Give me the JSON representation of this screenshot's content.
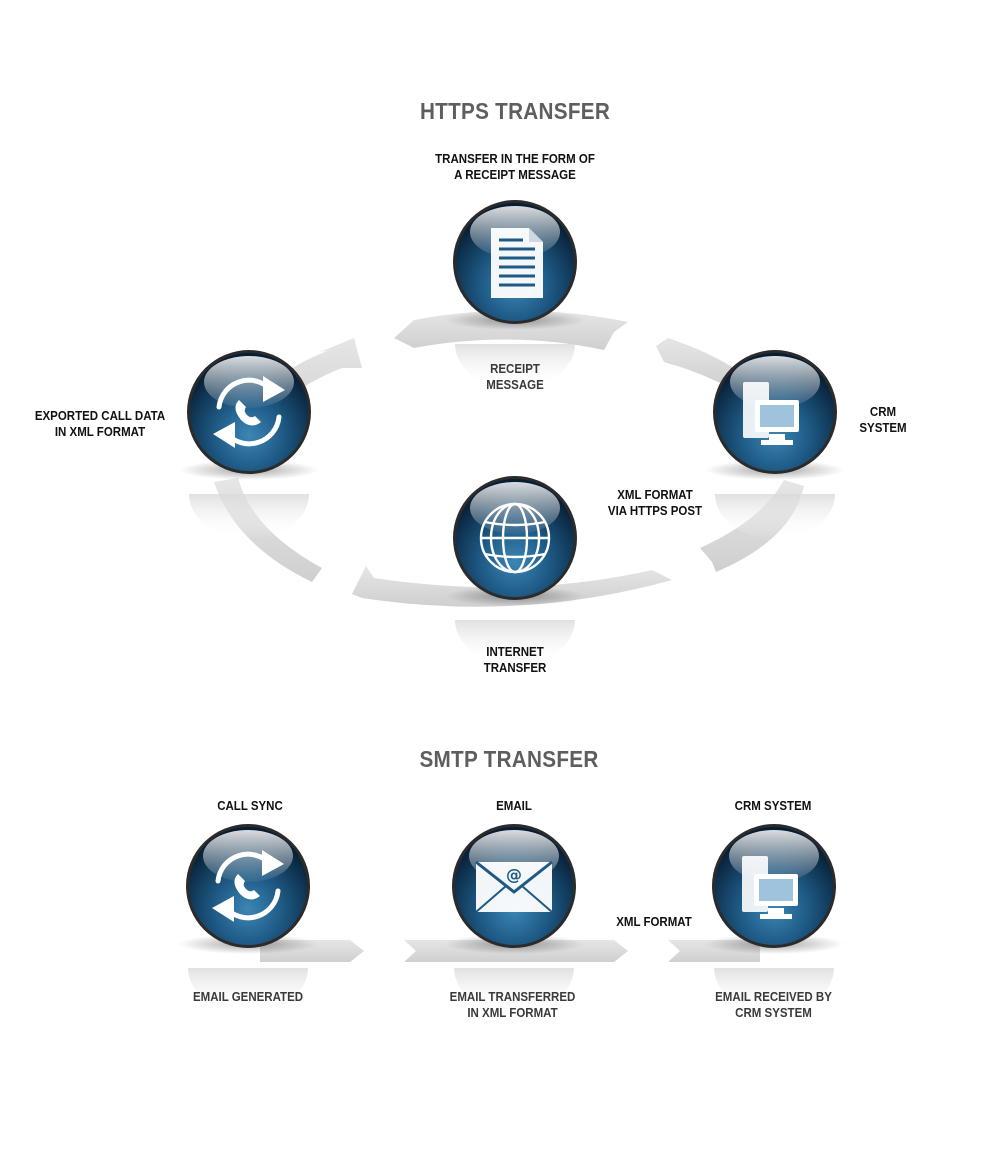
{
  "colors": {
    "orb_dark": "#061d33",
    "orb_mid": "#1e5a85",
    "orb_light": "#3c86b5",
    "arrow_grey": "#dcdcdc",
    "title_grey": "#5e5e5e",
    "label_black": "#111111"
  },
  "https": {
    "title": "HTTPS TRANSFER",
    "nodes": {
      "receipt": {
        "icon": "document-icon",
        "top_label": "TRANSFER IN THE FORM OF\nA RECEIPT MESSAGE",
        "bottom_label": "RECEIPT\nMESSAGE"
      },
      "exported": {
        "icon": "phone-sync-icon",
        "side_label": "EXPORTED CALL DATA\nIN XML FORMAT"
      },
      "crm": {
        "icon": "computer-icon",
        "side_label": "CRM\nSYSTEM"
      },
      "internet": {
        "icon": "globe-icon",
        "bottom_label": "INTERNET\nTRANSFER"
      }
    },
    "edge_label": "XML FORMAT\nVIA HTTPS POST"
  },
  "smtp": {
    "title": "SMTP TRANSFER",
    "nodes": {
      "call_sync": {
        "icon": "phone-sync-icon",
        "top_label": "CALL SYNC",
        "bottom_label": "EMAIL GENERATED"
      },
      "email": {
        "icon": "envelope-icon",
        "top_label": "EMAIL",
        "bottom_label": "EMAIL TRANSFERRED\nIN XML FORMAT"
      },
      "crm": {
        "icon": "computer-icon",
        "top_label": "CRM SYSTEM",
        "bottom_label": "EMAIL RECEIVED BY\nCRM SYSTEM"
      }
    },
    "edge_label": "XML FORMAT"
  }
}
